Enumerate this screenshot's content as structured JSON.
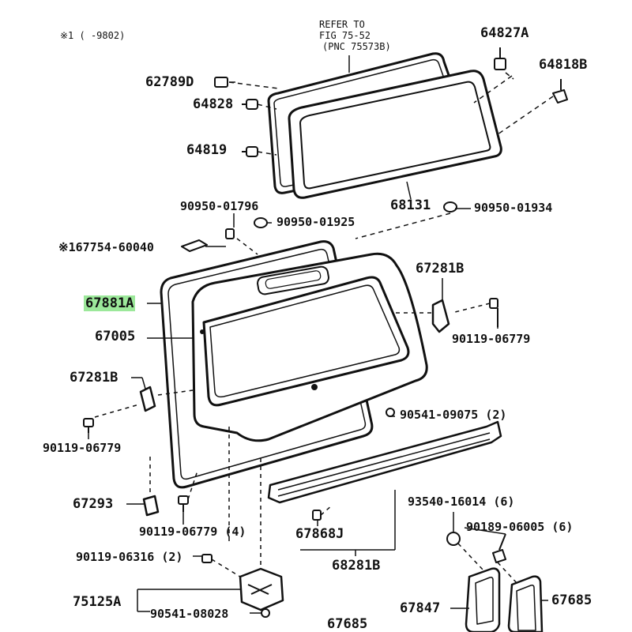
{
  "header_note": "※1 ( -9802)",
  "refer": {
    "line1": "REFER TO",
    "line2": "FIG 75-52",
    "line3": "(PNC 75573B)"
  },
  "labels": {
    "p64827A": "64827A",
    "p64818B": "64818B",
    "p62789D": "62789D",
    "p64828": "64828",
    "p64819": "64819",
    "p68131": "68131",
    "p90950_01934": "90950-01934",
    "p90950_01796": "90950-01796",
    "p90950_01925": "90950-01925",
    "p67754": "※167754-60040",
    "p67281B_right": "67281B",
    "p67881A": "67881A",
    "p67005": "67005",
    "p90119_06779_right": "90119-06779",
    "p67281B_left": "67281B",
    "p90541_09075": "90541-09075 (2)",
    "p90119_06779_left": "90119-06779",
    "p93540": "93540-16014 (6)",
    "p67293": "67293",
    "p90119_06779_4": "90119-06779 (4)",
    "p90189": "90189-06005 (6)",
    "p67868J": "67868J",
    "p90119_06316": "90119-06316 (2)",
    "p68281B": "68281B",
    "p75125A": "75125A",
    "p67847": "67847",
    "p67685_right": "67685",
    "p90541_08028": "90541-08028",
    "p67685_bottom": "67685"
  },
  "colors": {
    "line": "#111111",
    "highlight": "#9ce89a",
    "background": "#ffffff"
  }
}
